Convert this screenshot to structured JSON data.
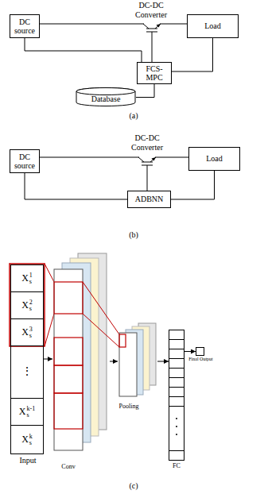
{
  "diagram": {
    "nodes": [
      {
        "text": [
          "DC source"
        ]
      },
      {
        "text": [
          "Load"
        ]
      },
      {
        "text": [
          "FCS-MPC"
        ]
      },
      {
        "text": [
          "Database"
        ]
      },
      {
        "text": [
          "DC source"
        ]
      },
      {
        "text": [
          "Load"
        ]
      },
      {
        "text": [
          "ADBNN"
        ]
      },
      {
        "text": [
          "Input"
        ]
      },
      {
        "text": [
          "X",
          "1",
          "s"
        ],
        "in": 7
      },
      {
        "text": [
          "X",
          "2",
          "s"
        ],
        "in": 7
      },
      {
        "text": [
          "X",
          "3",
          "s"
        ],
        "in": 7
      },
      {
        "text": [
          "⋮"
        ],
        "in": 7
      },
      {
        "text": [
          "X",
          "k-1",
          "s"
        ],
        "in": 7
      },
      {
        "text": [
          "X",
          "k",
          "s"
        ],
        "in": 7
      },
      {
        "text": [
          "Conv"
        ]
      },
      {
        "text": [
          "Pooling"
        ]
      },
      {
        "text": [
          "FC"
        ]
      },
      {
        "text": [
          "Final Output"
        ]
      }
    ],
    "edges": [
      {
        "from": 0,
        "to": 1,
        "arrow": "none"
      },
      {
        "from": 0,
        "to": 2,
        "arrow": "none"
      },
      {
        "from": 1,
        "to": 2,
        "arrow": "none"
      },
      {
        "from": 3,
        "to": 2,
        "arrow": "none"
      },
      {
        "from": 4,
        "to": 5,
        "arrow": "none"
      },
      {
        "from": 4,
        "to": 6,
        "arrow": "none"
      },
      {
        "from": 5,
        "to": 6,
        "arrow": "none"
      },
      {
        "from": 7,
        "to": 14,
        "arrow": "to"
      },
      {
        "from": 14,
        "to": 15,
        "arrow": "to"
      },
      {
        "from": 15,
        "to": 16,
        "arrow": "to"
      },
      {
        "from": 16,
        "to": 17,
        "arrow": "to"
      }
    ],
    "labels": [
      "DC-DC Converter",
      "(a)",
      "DC-DC Converter",
      "(b)",
      "(c)"
    ]
  }
}
